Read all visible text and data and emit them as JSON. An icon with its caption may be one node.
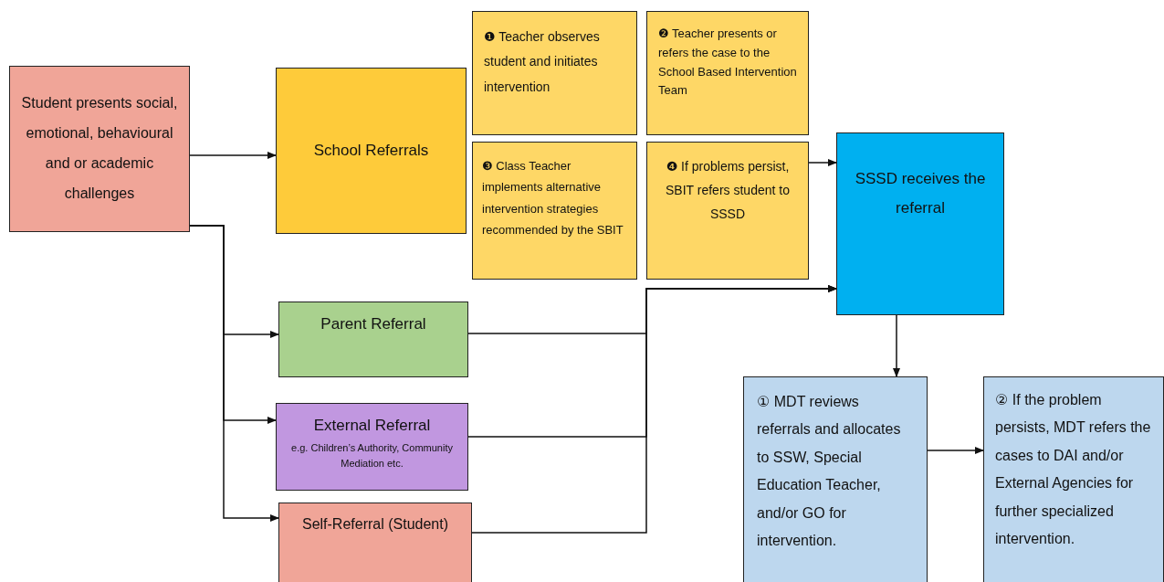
{
  "diagram": {
    "nodes": [
      {
        "text": [
          "Student presents social, emotional, behavioural and or academic challenges"
        ]
      },
      {
        "text": [
          "School Referrals"
        ]
      },
      {
        "text": [
          "❶ Teacher observes student and initiates intervention"
        ]
      },
      {
        "text": [
          "❷ Teacher presents or refers the case to the School Based Intervention Team"
        ]
      },
      {
        "text": [
          "❸ Class Teacher implements alternative intervention strategies recommended by the SBIT"
        ]
      },
      {
        "text": [
          "❹ If problems persist, SBIT refers student to SSSD"
        ]
      },
      {
        "text": [
          "SSSD receives the referral"
        ]
      },
      {
        "text": [
          "Parent Referral"
        ]
      },
      {
        "text": [
          "External Referral",
          "e.g. Children’s Authority, Community Mediation etc."
        ]
      },
      {
        "text": [
          "Self-Referral (Student)"
        ]
      },
      {
        "text": [
          "① MDT reviews referrals and allocates to SSW, Special Education Teacher, and/or GO for intervention."
        ]
      },
      {
        "text": [
          "② If the problem persists, MDT refers the cases to DAI and/or External Agencies for further specialized intervention."
        ]
      }
    ],
    "edges": [
      {
        "from": 0,
        "to": 1,
        "arrow": "to"
      },
      {
        "from": 0,
        "to": 7,
        "arrow": "to"
      },
      {
        "from": 0,
        "to": 8,
        "arrow": "to"
      },
      {
        "from": 0,
        "to": 9,
        "arrow": "to"
      },
      {
        "from": 5,
        "to": 6,
        "arrow": "to"
      },
      {
        "from": 7,
        "to": 6,
        "arrow": "to"
      },
      {
        "from": 8,
        "to": 6,
        "arrow": "to"
      },
      {
        "from": 9,
        "to": 6,
        "arrow": "to"
      },
      {
        "from": 6,
        "to": 10,
        "arrow": "to"
      },
      {
        "from": 10,
        "to": 11,
        "arrow": "to"
      }
    ]
  }
}
